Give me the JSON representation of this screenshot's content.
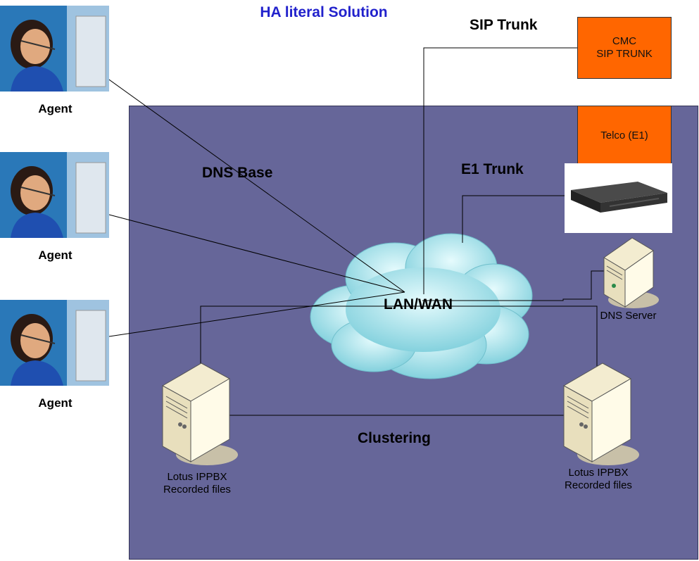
{
  "title": "HA literal Solution",
  "agents": [
    {
      "label": "Agent"
    },
    {
      "label": "Agent"
    },
    {
      "label": "Agent"
    }
  ],
  "labels": {
    "sip_trunk": "SIP Trunk",
    "e1_trunk": "E1 Trunk",
    "dns_base": "DNS Base",
    "lan_wan": "LAN/WAN",
    "clustering": "Clustering",
    "dns_server": "DNS Server",
    "ippbx_left_line1": "Lotus IPPBX",
    "ippbx_left_line2": "Recorded files",
    "ippbx_right_line1": "Lotus IPPBX",
    "ippbx_right_line2": "Recorded files"
  },
  "boxes": {
    "cmc_line1": "CMC",
    "cmc_line2": "SIP TRUNK",
    "telco": "Telco (E1)"
  },
  "colors": {
    "panel": "#666699",
    "title": "#2222cc",
    "orange": "#ff6600",
    "cloud": "#aee6ee"
  }
}
